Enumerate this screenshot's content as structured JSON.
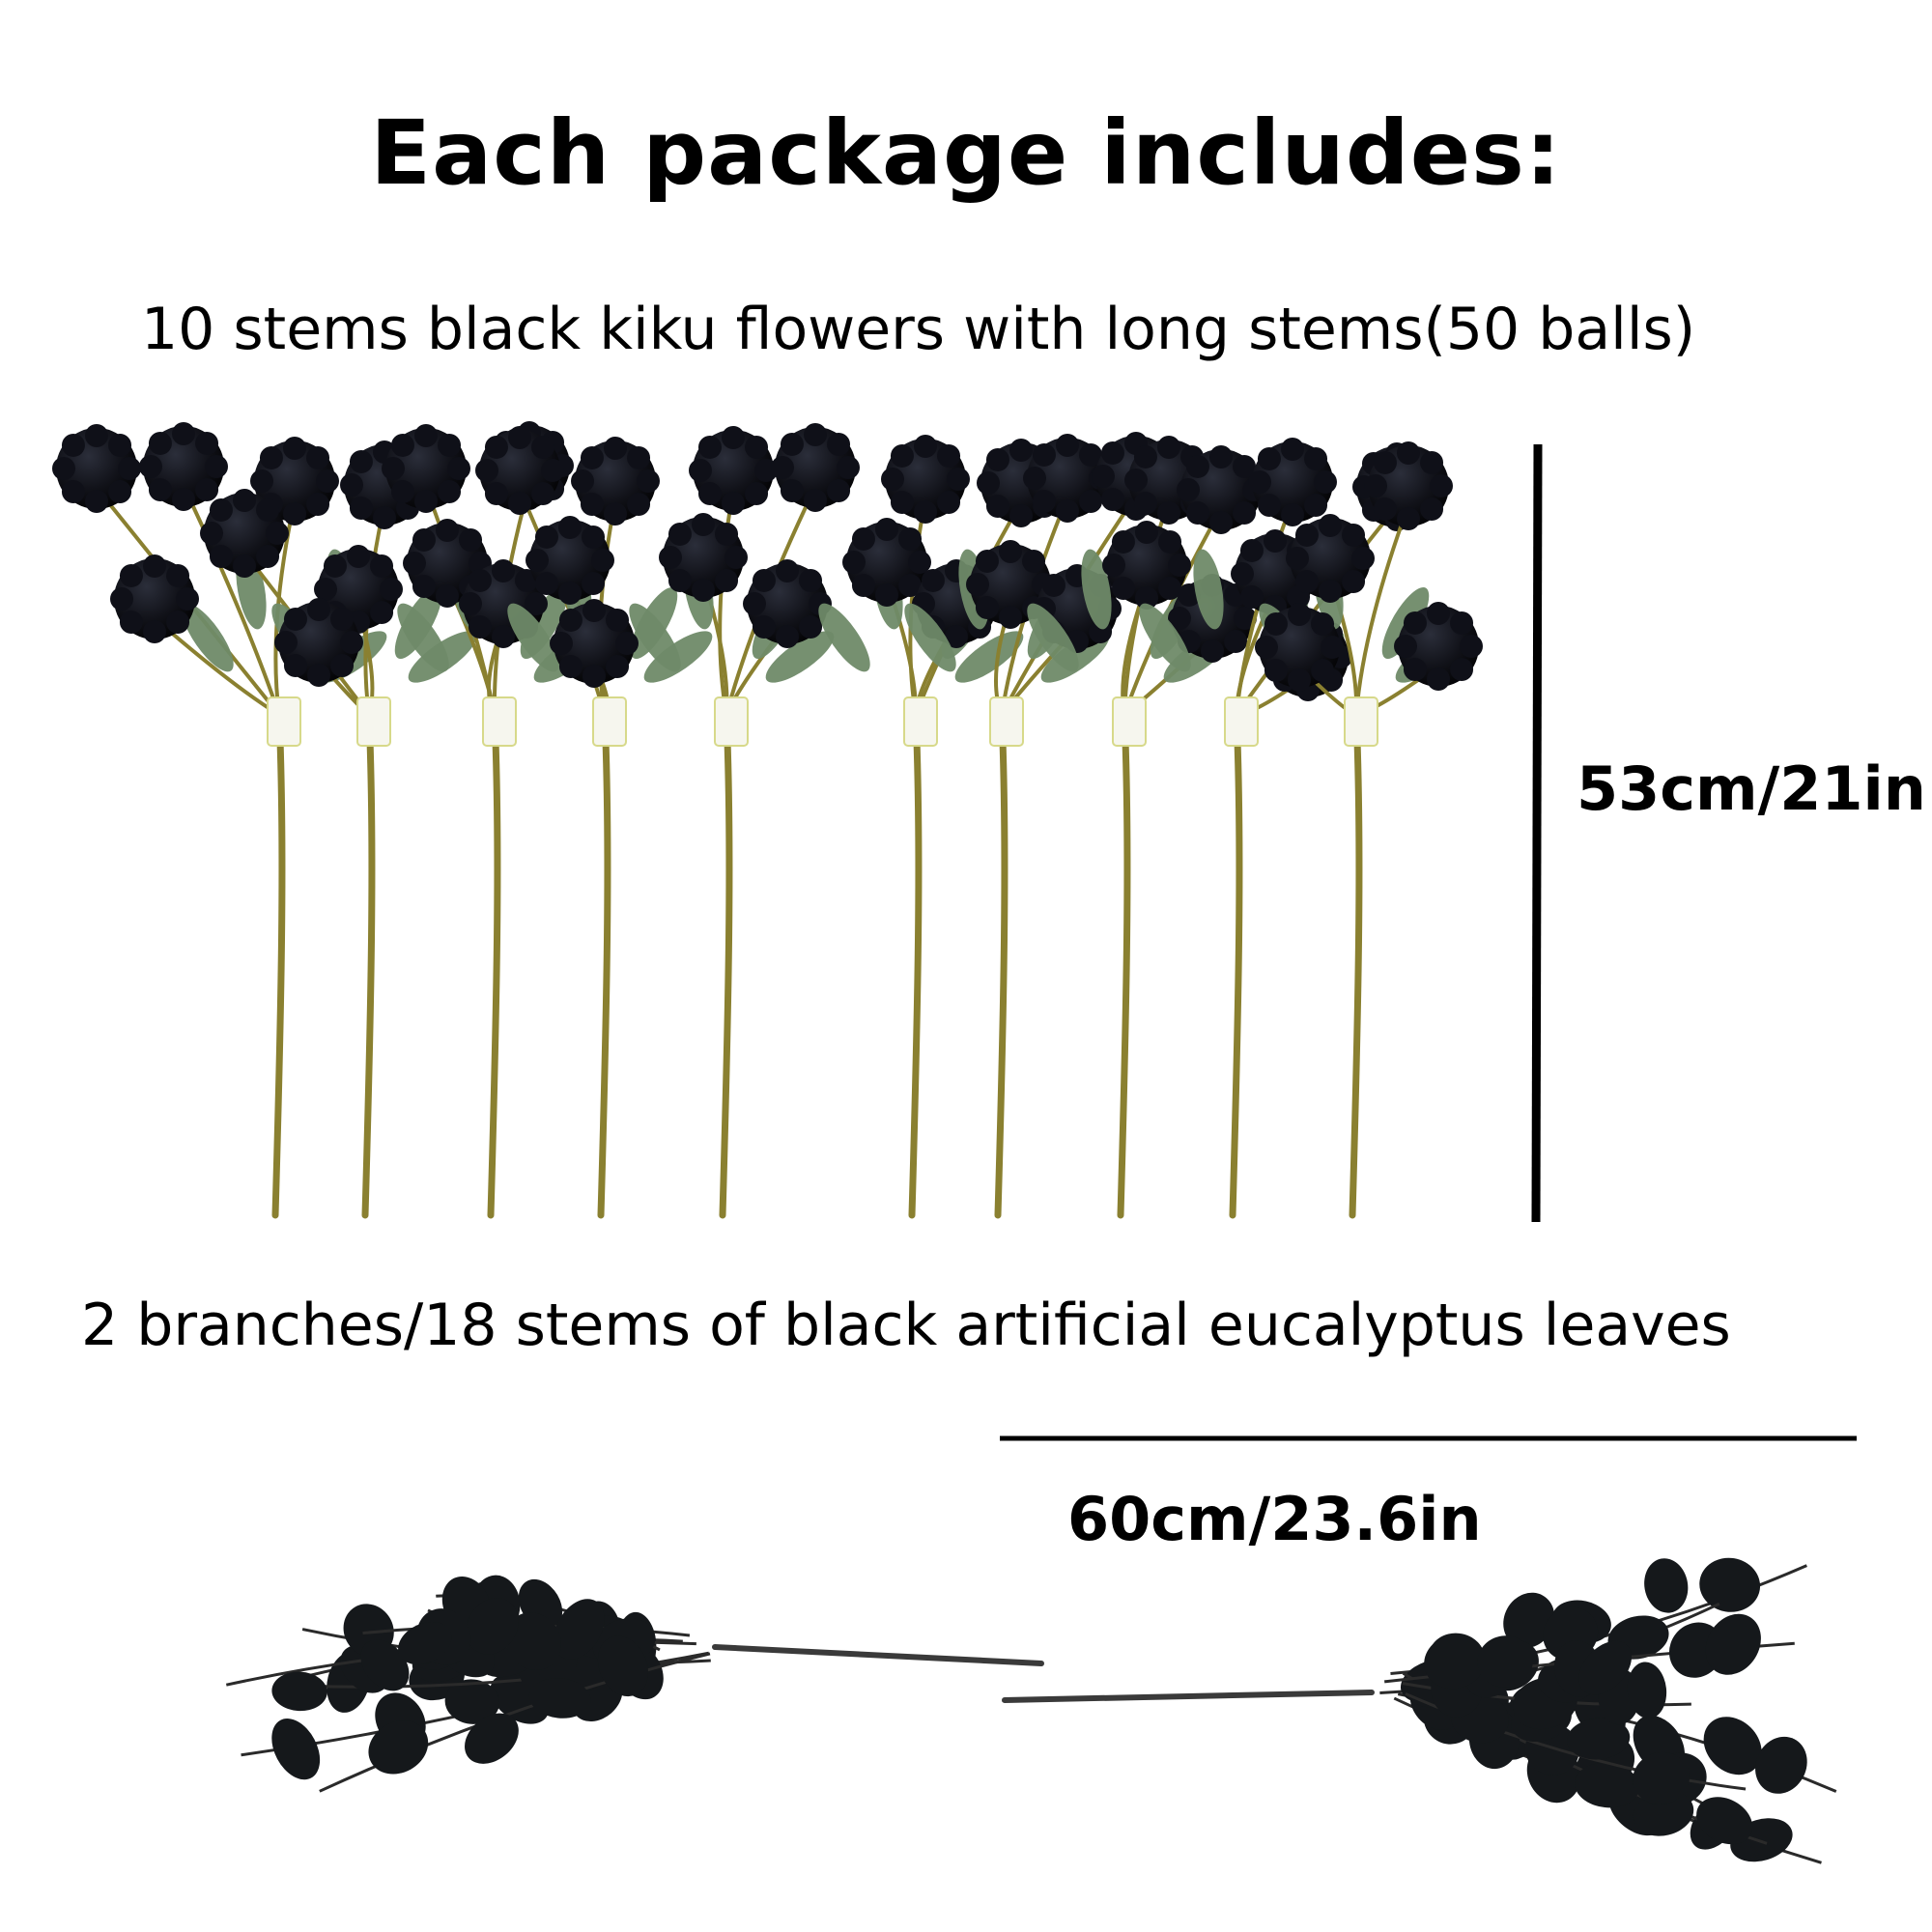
{
  "heading": "Each package includes:",
  "flowers": {
    "caption": "10 stems black kiku flowers with long stems(50 balls)",
    "stem_count": 10,
    "height_label": "53cm/21in"
  },
  "leaves": {
    "caption": "2 branches/18 stems of black artificial eucalyptus leaves",
    "branch_count": 2,
    "length_label": "60cm/23.6in"
  },
  "colors": {
    "flower_ball": "#0f1018",
    "stem": "#8a8030",
    "leaf_green": "#6f8a68",
    "eucalyptus_leaf": "#15181b",
    "rule": "#000000"
  }
}
